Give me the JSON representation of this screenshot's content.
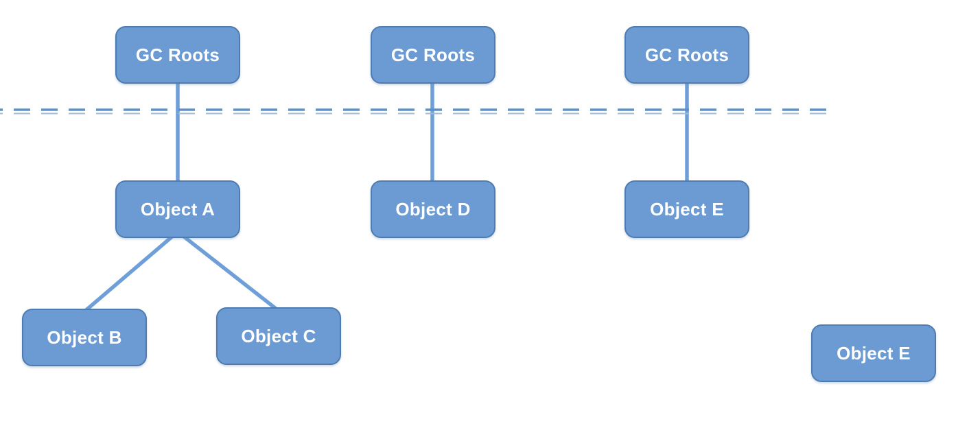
{
  "diagram": {
    "nodes": [
      {
        "id": "gc-roots-1",
        "label": "GC Roots"
      },
      {
        "id": "gc-roots-2",
        "label": "GC Roots"
      },
      {
        "id": "gc-roots-3",
        "label": "GC Roots"
      },
      {
        "id": "object-a",
        "label": "Object A"
      },
      {
        "id": "object-d",
        "label": "Object D"
      },
      {
        "id": "object-e",
        "label": "Object E"
      },
      {
        "id": "object-b",
        "label": "Object B"
      },
      {
        "id": "object-c",
        "label": "Object C"
      },
      {
        "id": "object-e-unreferenced",
        "label": "Object E"
      }
    ],
    "edges": [
      {
        "from": "gc-roots-1",
        "to": "object-a"
      },
      {
        "from": "gc-roots-2",
        "to": "object-d"
      },
      {
        "from": "gc-roots-3",
        "to": "object-e"
      },
      {
        "from": "object-a",
        "to": "object-b"
      },
      {
        "from": "object-a",
        "to": "object-c"
      }
    ],
    "colors": {
      "node_fill": "#6C9BD4",
      "node_border": "#4E7CB0",
      "node_text": "#FFFFFF",
      "connector": "#6F9FD8",
      "divider_dark": "#6090C8",
      "divider_light": "#9CBCE2",
      "background": "#FFFFFF"
    }
  }
}
